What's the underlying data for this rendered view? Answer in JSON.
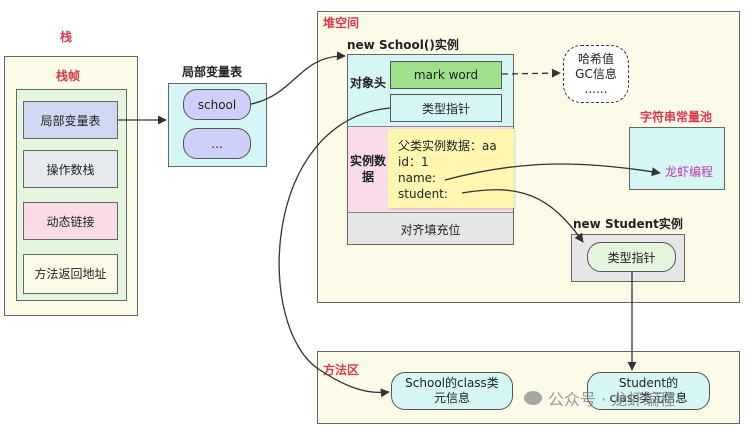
{
  "stack": {
    "title": "栈",
    "frame_title": "栈帧",
    "items": [
      "局部变量表",
      "操作数栈",
      "动态链接",
      "方法返回地址"
    ]
  },
  "local_vars": {
    "title": "局部变量表",
    "entries": [
      "school",
      "..."
    ]
  },
  "heap": {
    "title": "堆空间",
    "school": {
      "title": "new School()实例",
      "header_label": "对象头",
      "mark_word": "mark word",
      "type_pointer": "类型指针",
      "instance_label": "实例数据",
      "fields": [
        "父类实例数据：aa",
        "id：1",
        "name:",
        "student:"
      ],
      "padding": "对齐填充位"
    },
    "hash_bubble": [
      "哈希值",
      "GC信息",
      "......"
    ],
    "string_pool": {
      "title": "字符串常量池",
      "value": "龙虾编程"
    },
    "student": {
      "title": "new Student实例",
      "type_pointer": "类型指针"
    }
  },
  "method_area": {
    "title": "方法区",
    "school_class": "School的class类元信息",
    "student_class": "Student的class类元信息"
  },
  "watermark": {
    "text": "公众号 · 龙虾编程"
  },
  "colors": {
    "title_red": "#d9394e",
    "arrow_dark": "#333333",
    "green_fill": "#9fe08a",
    "cyan_fill": "#d6f5f5",
    "lavender_fill": "#cfd0f7",
    "sticky_yellow": "#fff7b0",
    "pink_fill": "#f9dbe9",
    "beige_fill": "#fcfbe8"
  }
}
